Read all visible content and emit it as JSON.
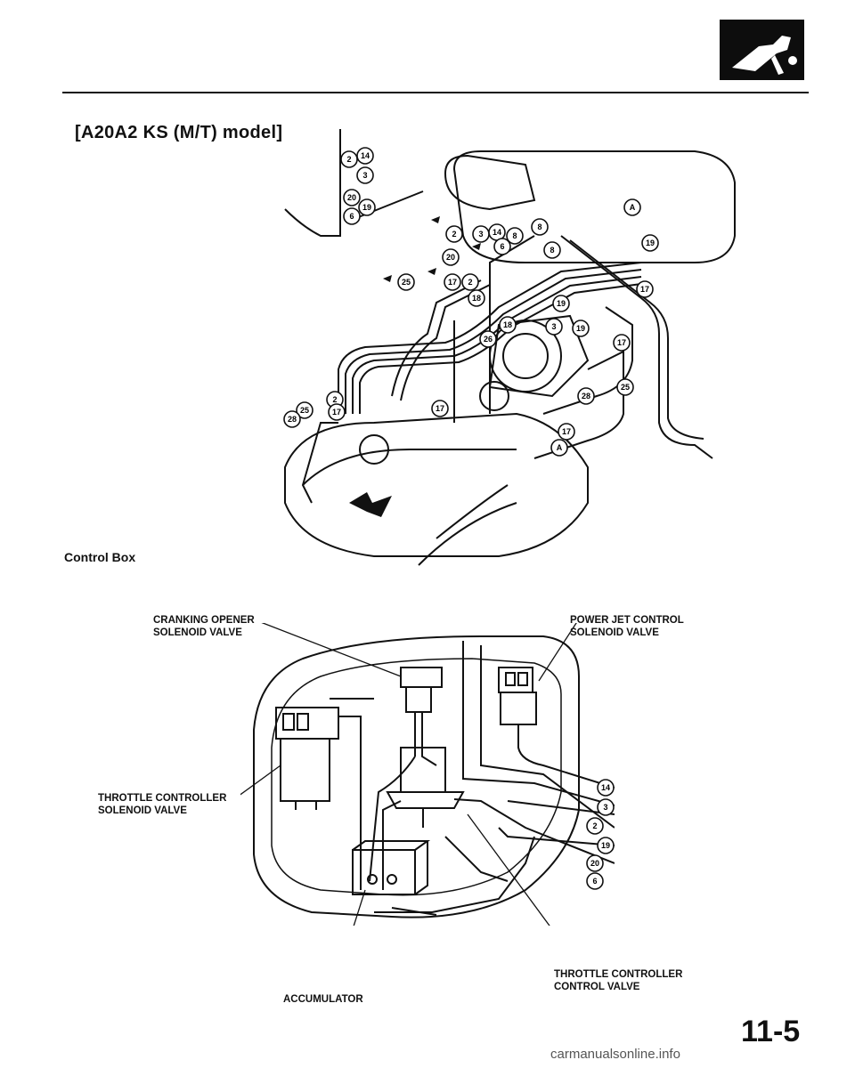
{
  "header": {
    "section_icon": "fuel-pump-icon"
  },
  "engine_diagram": {
    "title": "[A20A2 KS (M/T) model]",
    "top_left_callouts": [
      "2",
      "14",
      "3",
      "20",
      "19",
      "6"
    ],
    "hose_callouts": [
      "2",
      "3",
      "14",
      "8",
      "6",
      "8",
      "8",
      "A",
      "19",
      "20",
      "25",
      "17",
      "2",
      "18",
      "19",
      "18",
      "26",
      "3",
      "19",
      "17",
      "17",
      "25",
      "28",
      "17",
      "2",
      "25",
      "28",
      "17",
      "17",
      "A"
    ]
  },
  "control_box": {
    "heading": "Control Box",
    "labels": {
      "cranking_opener": "CRANKING OPENER\nSOLENOID VALVE",
      "power_jet": "POWER JET CONTROL\nSOLENOID VALVE",
      "throttle_solenoid": "THROTTLE CONTROLLER\nSOLENOID VALVE",
      "throttle_control_valve": "THROTTLE CONTROLLER\nCONTROL VALVE",
      "accumulator": "ACCUMULATOR"
    },
    "port_callouts": [
      "14",
      "3",
      "2",
      "19",
      "20",
      "6"
    ]
  },
  "footer": {
    "page_number": "11-5",
    "watermark": "carmanualsonline.info"
  }
}
